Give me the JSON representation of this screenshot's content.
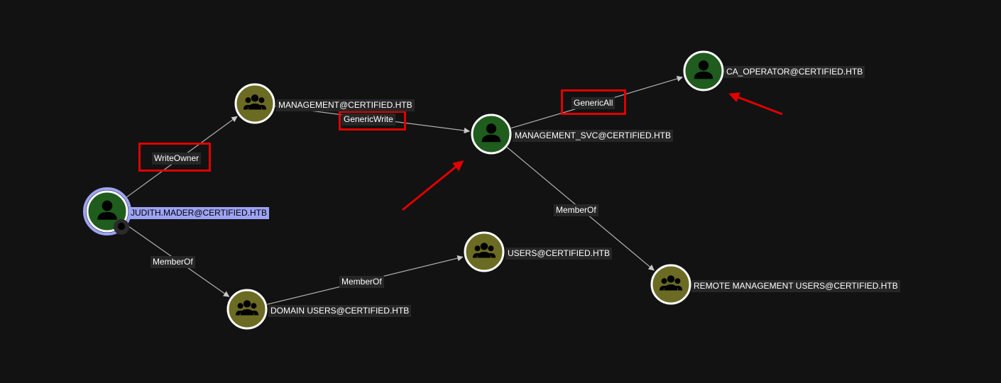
{
  "colors": {
    "background": "#121212",
    "user_node": "#1f5c1d",
    "group_node": "#6b6b24",
    "node_border": "#ffffff",
    "selected_ring": "#9da3f5",
    "edge": "#b0b0b0",
    "highlight": "#e00000"
  },
  "nodes": [
    {
      "id": "judith",
      "label": "JUDITH.MADER@CERTIFIED.HTB",
      "kind": "user",
      "icon": "user-icon",
      "selected": true,
      "owned": true
    },
    {
      "id": "management",
      "label": "MANAGEMENT@CERTIFIED.HTB",
      "kind": "group",
      "icon": "group-icon"
    },
    {
      "id": "management_svc",
      "label": "MANAGEMENT_SVC@CERTIFIED.HTB",
      "kind": "user",
      "icon": "user-icon"
    },
    {
      "id": "ca_operator",
      "label": "CA_OPERATOR@CERTIFIED.HTB",
      "kind": "user",
      "icon": "user-icon"
    },
    {
      "id": "domain_users",
      "label": "DOMAIN USERS@CERTIFIED.HTB",
      "kind": "group",
      "icon": "group-icon"
    },
    {
      "id": "users",
      "label": "USERS@CERTIFIED.HTB",
      "kind": "group",
      "icon": "group-icon"
    },
    {
      "id": "remote_mgmt",
      "label": "REMOTE MANAGEMENT USERS@CERTIFIED.HTB",
      "kind": "group",
      "icon": "group-icon"
    }
  ],
  "edges": [
    {
      "from": "judith",
      "to": "management",
      "label": "WriteOwner",
      "highlighted": true
    },
    {
      "from": "management",
      "to": "management_svc",
      "label": "GenericWrite",
      "highlighted": true
    },
    {
      "from": "management_svc",
      "to": "ca_operator",
      "label": "GenericAll",
      "highlighted": true
    },
    {
      "from": "management_svc",
      "to": "remote_mgmt",
      "label": "MemberOf",
      "highlighted": false
    },
    {
      "from": "judith",
      "to": "domain_users",
      "label": "MemberOf",
      "highlighted": false
    },
    {
      "from": "domain_users",
      "to": "users",
      "label": "MemberOf",
      "highlighted": false
    }
  ],
  "annotations": [
    {
      "type": "arrow",
      "points_to": "management_svc",
      "color": "#e00000"
    },
    {
      "type": "arrow",
      "points_to": "ca_operator",
      "color": "#e00000"
    }
  ],
  "badges": {
    "owned_icon": "skull-icon"
  }
}
